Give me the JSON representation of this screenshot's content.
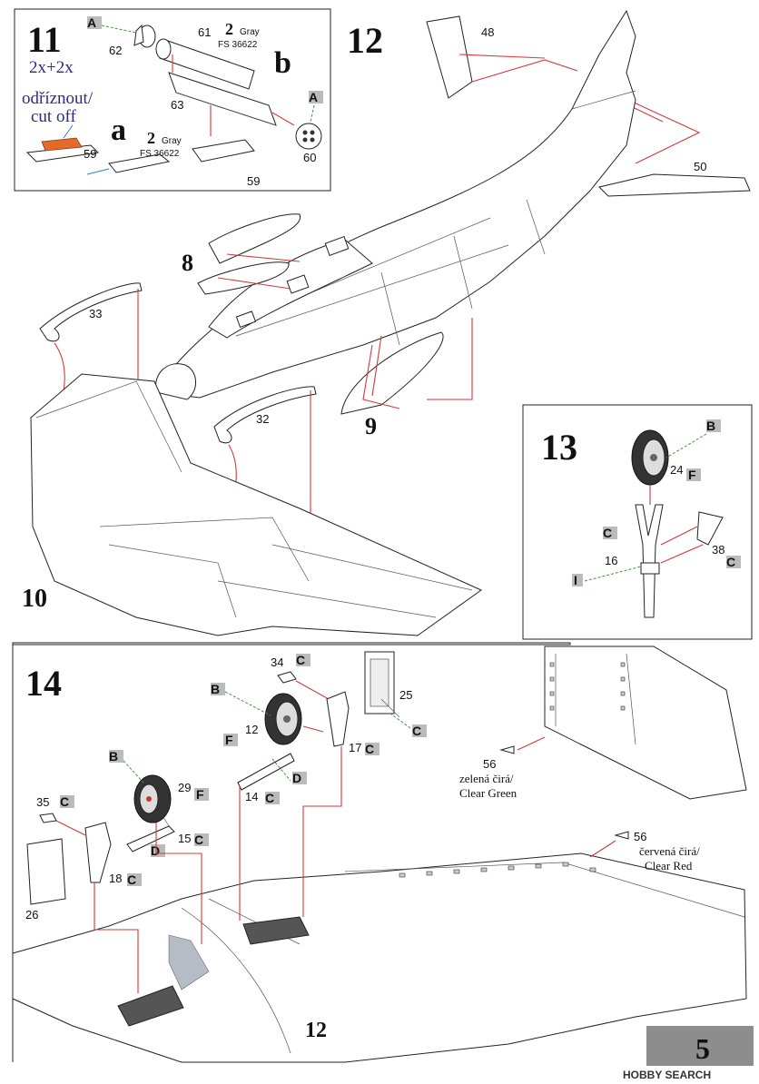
{
  "steps": {
    "s11": "11",
    "s12": "12",
    "s13": "13",
    "s14": "14",
    "s8": "8",
    "s9": "9",
    "s10": "10"
  },
  "step11": {
    "qty": "2x+2x",
    "cut_cz": "odříznout/",
    "cut_en": "cut off",
    "sub_a": "a",
    "sub_b": "b",
    "paint_num": "2",
    "paint_name": "Gray",
    "paint_code": "FS 36622",
    "paint_num_b": "2",
    "paint_name_b": "Gray",
    "paint_code_b": "FS 36622",
    "parts": {
      "p62": "62",
      "p61": "61",
      "p63": "63",
      "p60": "60",
      "p59a": "59",
      "p59b": "59"
    },
    "tags": {
      "a1": "A",
      "a2": "A"
    }
  },
  "step12": {
    "p48": "48",
    "p50": "50"
  },
  "step10": {
    "p33": "33",
    "p32": "32"
  },
  "step13": {
    "parts": {
      "p24": "24",
      "p16": "16",
      "p38": "38"
    },
    "tags": {
      "b": "B",
      "f": "F",
      "c1": "C",
      "c2": "C",
      "i": "I"
    }
  },
  "step14": {
    "parts": {
      "p34": "34",
      "p25": "25",
      "p12": "12",
      "p17": "17",
      "p14": "14",
      "p29": "29",
      "p35": "35",
      "p15": "15",
      "p18": "18",
      "p26": "26",
      "p56a": "56",
      "p56b": "56",
      "p12b": "12"
    },
    "tags": {
      "c34": "C",
      "b1": "B",
      "c25": "C",
      "f12": "F",
      "c17": "C",
      "d14": "D",
      "c14": "C",
      "b2": "B",
      "f29": "F",
      "c35": "C",
      "c15": "C",
      "d15": "D",
      "c18": "C"
    },
    "green_cz": "zelená čirá/",
    "green_en": "Clear Green",
    "red_cz": "červená čirá/",
    "red_en": "Clear Red"
  },
  "footer": {
    "page": "5",
    "brand": "HOBBY SEARCH"
  }
}
